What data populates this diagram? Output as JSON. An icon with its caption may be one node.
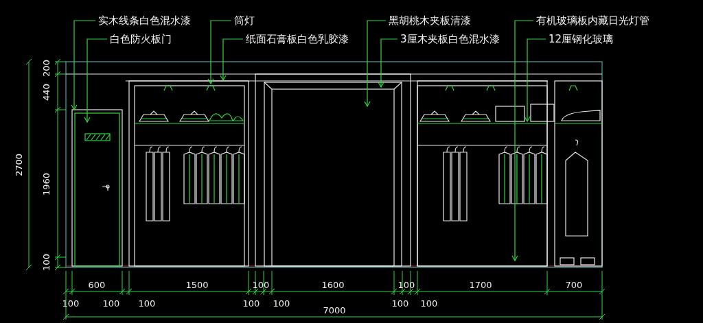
{
  "diagram": {
    "nodes": [
      {
        "text": [
          "实木线条白色混水漆"
        ]
      },
      {
        "text": [
          "白色防火板门"
        ]
      },
      {
        "text": [
          "筒灯"
        ]
      },
      {
        "text": [
          "纸面石膏板白色乳胶漆"
        ]
      },
      {
        "text": [
          "黑胡桃木夹板清漆"
        ]
      },
      {
        "text": [
          "3厘木夹板白色混水漆"
        ]
      },
      {
        "text": [
          "有机玻璃板内藏日光灯管"
        ]
      },
      {
        "text": [
          "12厘钢化玻璃"
        ]
      }
    ],
    "edges": [
      {
        "from": 0,
        "to": null,
        "arrow": "to"
      },
      {
        "from": 1,
        "to": null,
        "arrow": "to"
      },
      {
        "from": 2,
        "to": null,
        "arrow": "to"
      },
      {
        "from": 3,
        "to": null,
        "arrow": "to"
      },
      {
        "from": 4,
        "to": null,
        "arrow": "to"
      },
      {
        "from": 5,
        "to": null,
        "arrow": "to"
      },
      {
        "from": 6,
        "to": null,
        "arrow": "to"
      },
      {
        "from": 7,
        "to": null,
        "arrow": "to"
      }
    ],
    "labels": [
      "200",
      "440",
      "2700",
      "1960",
      "100",
      "600",
      "1500",
      "100",
      "1600",
      "100",
      "1700",
      "700",
      "100",
      "100",
      "100",
      "100",
      "100",
      "100",
      "100",
      "7000"
    ]
  }
}
